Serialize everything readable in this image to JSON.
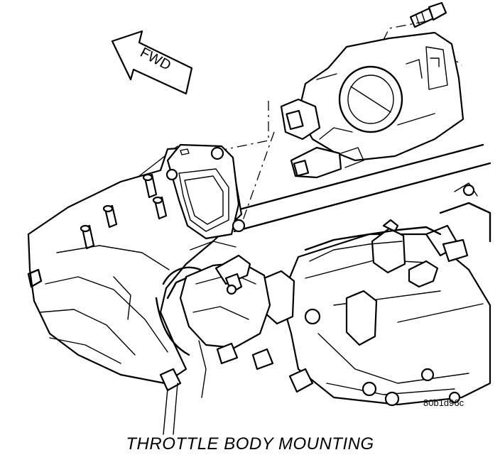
{
  "diagram": {
    "direction_label": "FWD",
    "figure_code": "80b1d96c",
    "caption": "THROTTLE BODY MOUNTING"
  }
}
